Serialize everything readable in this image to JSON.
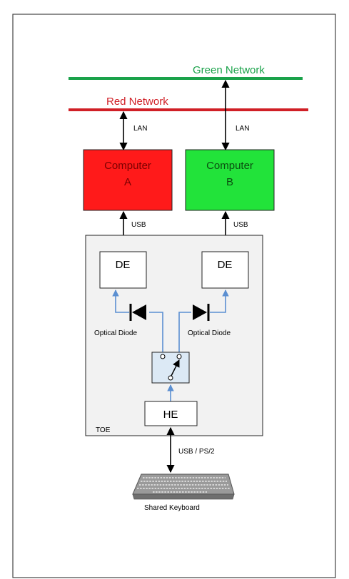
{
  "networks": {
    "green": {
      "label": "Green Network",
      "color": "#1aa24a"
    },
    "red": {
      "label": "Red Network",
      "color": "#d01f26"
    }
  },
  "links": {
    "lan_a": "LAN",
    "lan_b": "LAN",
    "usb_a": "USB",
    "usb_b": "USB",
    "keyboard": "USB / PS/2"
  },
  "computers": {
    "a": {
      "line1": "Computer",
      "line2": "A",
      "fill": "#ff1a1a"
    },
    "b": {
      "line1": "Computer",
      "line2": "B",
      "fill": "#22e33a"
    }
  },
  "toe": {
    "label": "TOE",
    "de_left": "DE",
    "de_right": "DE",
    "he": "HE",
    "diode_left": "Optical Diode",
    "diode_right": "Optical Diode"
  },
  "keyboard": {
    "label": "Shared Keyboard"
  },
  "colors": {
    "signal": "#5b8fd1",
    "switch_fill": "#dce9f5",
    "toe_fill": "#f2f2f2"
  }
}
